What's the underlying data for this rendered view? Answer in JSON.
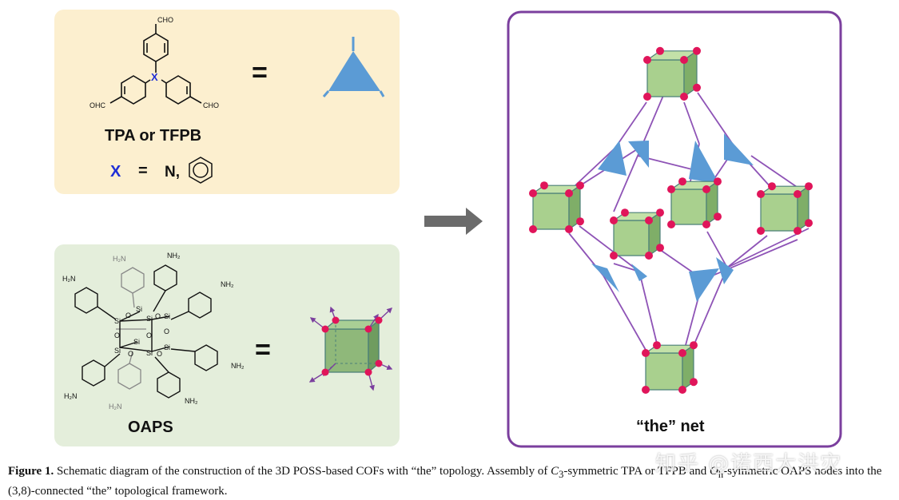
{
  "panels": {
    "tpa": {
      "cho_top": "CHO",
      "cho_left": "OHC",
      "cho_right": "CHO",
      "center_atom": "X",
      "name": "TPA or TFPB",
      "x_symbol": "X",
      "x_equals": "=",
      "x_options": "N,",
      "equals": "="
    },
    "oaps": {
      "nh2": "NH₂",
      "h2n": "H₂N",
      "si": "Si",
      "o": "O",
      "name": "OAPS",
      "equals": "="
    },
    "net": {
      "label": "“the” net"
    }
  },
  "caption": {
    "figure_label": "Figure 1.",
    "text_part1": " Schematic diagram of the construction of the 3D POSS-based COFs with “the” topology. Assembly of ",
    "c3_symbol": "C",
    "c3_sub": "3",
    "text_part2": "-symmetric TPA or TFPB and ",
    "oh_symbol": "O",
    "oh_sub": "h",
    "text_part3": "-symmetric OAPS nodes into the (3,8)-connected “the” topological framework."
  },
  "watermark": "知乎 @诺西大洪灾",
  "colors": {
    "tpa_panel": "#fcefcf",
    "oaps_panel": "#e4eedb",
    "net_border": "#7b3f9e",
    "cube_front": "#a9d08e",
    "cube_side": "#7fae68",
    "cube_top": "#c3e1a8",
    "node": "#e0155a",
    "triangle": "#5b9bd5",
    "link": "#8e53b6",
    "arrow": "#6b6b6b",
    "x_blue": "#1f2fd6"
  }
}
